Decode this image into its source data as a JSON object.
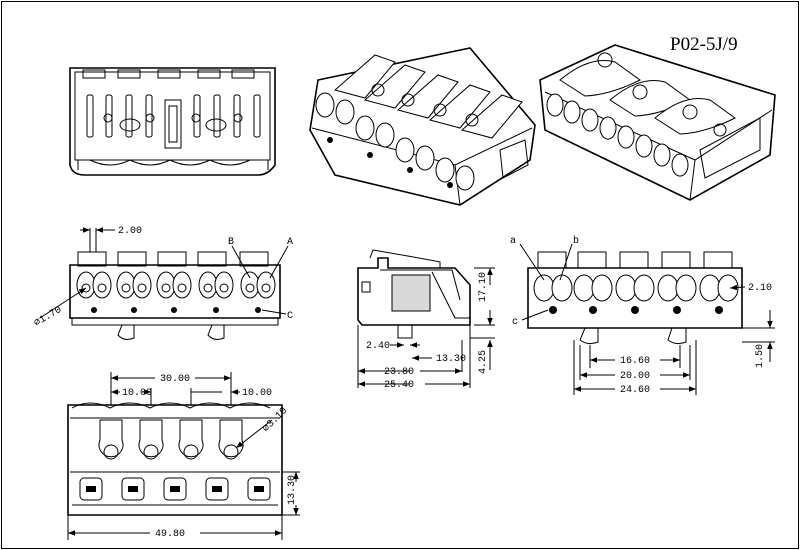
{
  "title": "P02-5J/9",
  "front_view": {
    "pitch": "2.00",
    "hole_dia": "⌀1.70",
    "callout_b": "B",
    "callout_a": "A",
    "callout_c": "C"
  },
  "side_view": {
    "height": "17.10",
    "offset": "2.40",
    "d1": "13.30",
    "d2": "23.80",
    "d3": "25.40",
    "d4": "4.25"
  },
  "rear_view": {
    "callout_a": "a",
    "callout_b": "b",
    "callout_c": "c",
    "hole_dia": "2.10",
    "d1": "16.60",
    "d2": "20.00",
    "d3": "24.60",
    "d4": "1.50"
  },
  "bottom_view": {
    "d_total": "30.00",
    "d_left": "10.00",
    "d_right": "10.00",
    "hole_dia": "⌀3.10",
    "depth": "13.30",
    "width": "49.80"
  }
}
